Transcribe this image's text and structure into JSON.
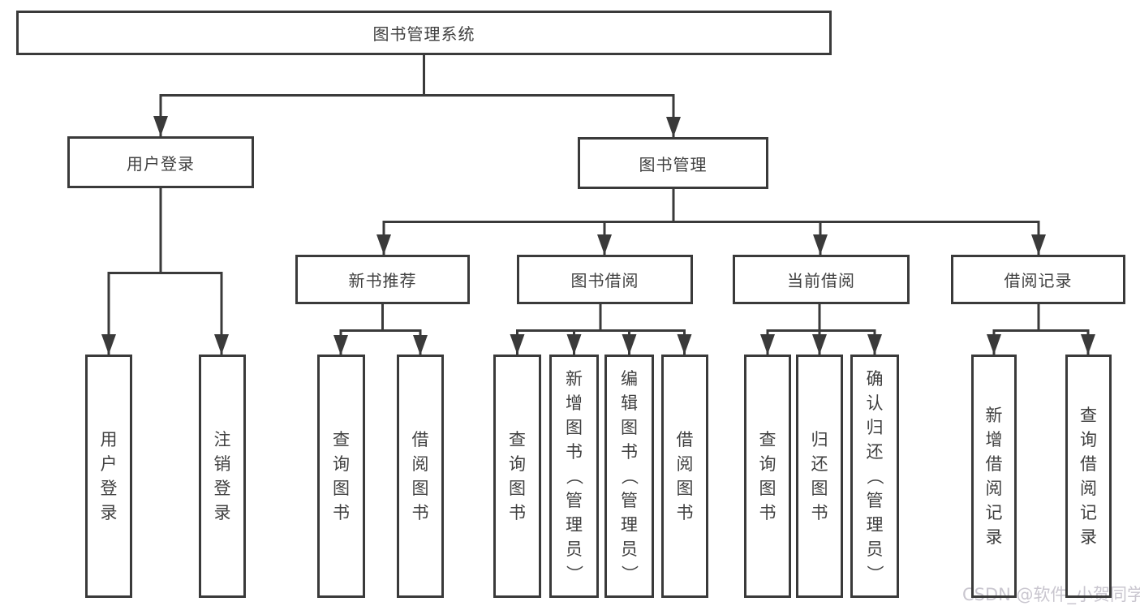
{
  "diagram": {
    "root": {
      "label": "图书管理系统",
      "children": [
        {
          "label": "用户登录",
          "children": [
            {
              "label": "用户登录"
            },
            {
              "label": "注销登录"
            }
          ]
        },
        {
          "label": "图书管理",
          "children": [
            {
              "label": "新书推荐",
              "children": [
                {
                  "label": "查询图书"
                },
                {
                  "label": "借阅图书"
                }
              ]
            },
            {
              "label": "图书借阅",
              "children": [
                {
                  "label": "查询图书"
                },
                {
                  "label": "新增图书（管理员）"
                },
                {
                  "label": "编辑图书（管理员）"
                },
                {
                  "label": "借阅图书"
                }
              ]
            },
            {
              "label": "当前借阅",
              "children": [
                {
                  "label": "查询图书"
                },
                {
                  "label": "归还图书"
                },
                {
                  "label": "确认归还（管理员）"
                }
              ]
            },
            {
              "label": "借阅记录",
              "children": [
                {
                  "label": "新增借阅记录"
                },
                {
                  "label": "查询借阅记录"
                }
              ]
            }
          ]
        }
      ]
    },
    "colors": {
      "line": "#3a3a3a",
      "box_border": "#3a3a3a",
      "text": "#404040",
      "background": "#ffffff",
      "watermark": "#c9c6cf"
    }
  },
  "watermark": {
    "text": "CSDN @软件_小贺同学"
  }
}
